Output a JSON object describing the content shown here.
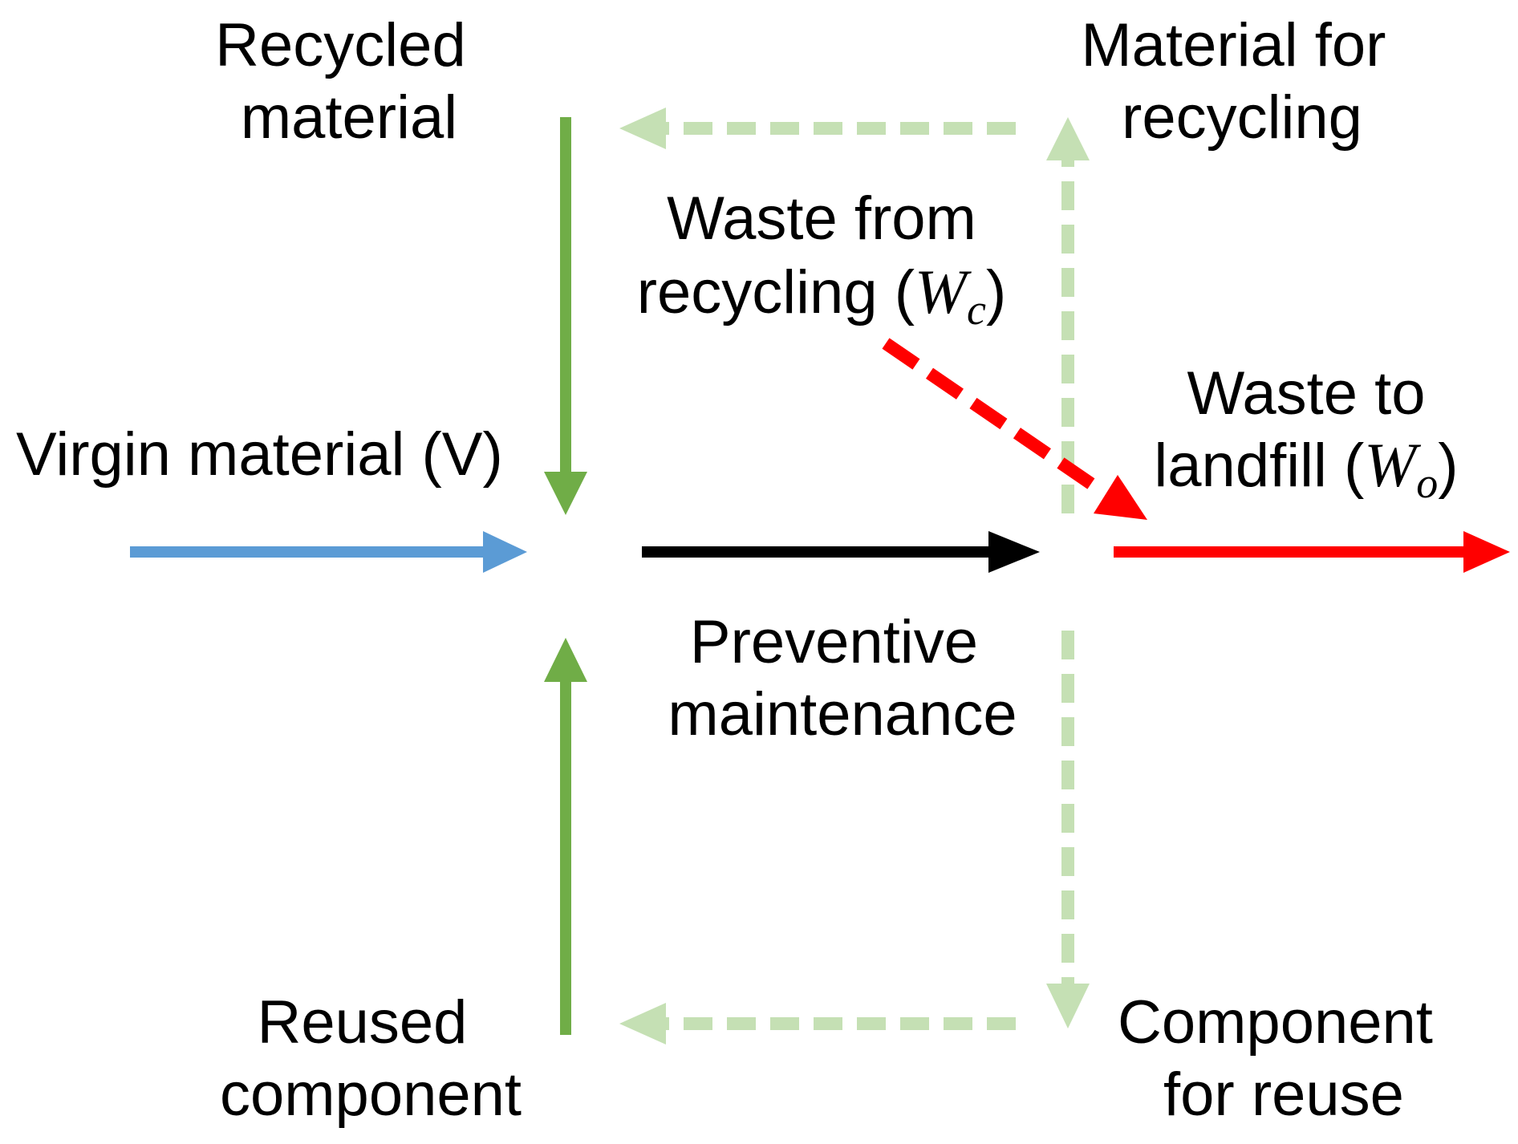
{
  "labels": {
    "recycled_material": [
      "Recycled",
      "material"
    ],
    "material_for_recycling": [
      "Material for",
      "recycling"
    ],
    "waste_from_recycling": {
      "line1": "Waste from",
      "line2_text": "recycling (",
      "symbol": "W",
      "subscript": "c",
      "close": ")"
    },
    "waste_to_landfill": {
      "line1": "Waste to",
      "line2_text": "landfill (",
      "symbol": "W",
      "subscript": "o",
      "close": ")"
    },
    "virgin_material": "Virgin material (V)",
    "preventive_maintenance": [
      "Preventive",
      "maintenance"
    ],
    "reused_component": [
      "Reused",
      "component"
    ],
    "component_for_reuse": [
      "Component",
      "for reuse"
    ]
  },
  "colors": {
    "virgin": "#5b9bd5",
    "recycled_reused": "#70ad47",
    "loop_dashed": "#c5e0b4",
    "maintenance": "#000000",
    "waste": "#ff0000"
  }
}
